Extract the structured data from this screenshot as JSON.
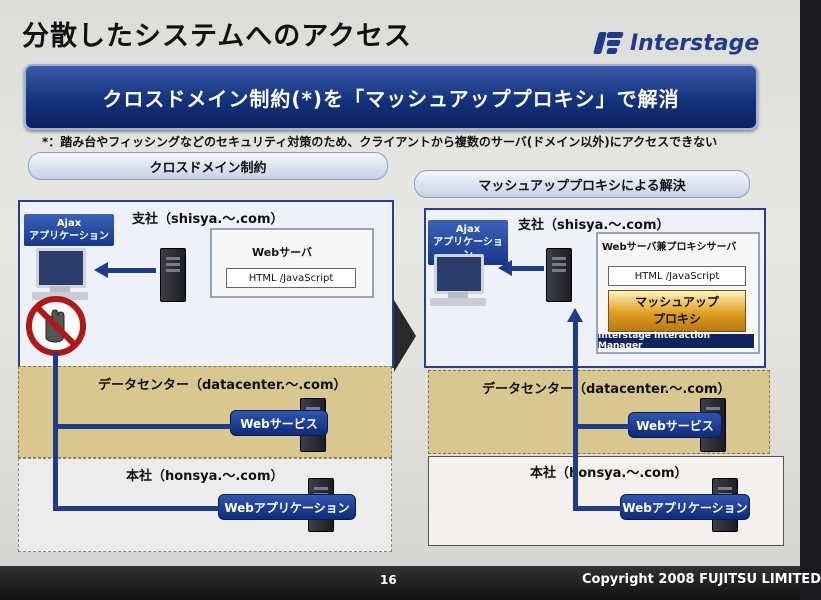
{
  "title": "分散したシステムへのアクセス",
  "logo": {
    "name": "Interstage",
    "icon": "interstage-logo-mark",
    "color": "#1f3c8a"
  },
  "banner": "クロスドメイン制約(*)を「マッシュアッププロキシ」で解消",
  "note": "*：踏み台やフィッシングなどのセキュリティ対策のため、クライアントから複数のサーバ(ドメイン以外)にアクセスできない",
  "left": {
    "tab": "クロスドメイン制約",
    "branch": "支社（shisya.～.com）",
    "ajax_line1": "Ajax",
    "ajax_line2": "アプリケーション",
    "web_server_label": "Webサーバ",
    "html_js": "HTML /JavaScript",
    "datacenter": "データセンター（datacenter.～.com）",
    "web_service": "Webサービス",
    "hq": "本社（honsya.～.com）",
    "web_app": "Webアプリケーション",
    "blocked_icon": "no-entry-hand-icon"
  },
  "right": {
    "tab": "マッシュアッププロキシによる解決",
    "branch": "支社（shisya.～.com）",
    "ajax_line1": "Ajax",
    "ajax_line2": "アプリケーション",
    "proxy_server_label": "Webサーバ兼プロキシサーバ",
    "html_js": "HTML /JavaScript",
    "mashup_line1": "マッシュアップ",
    "mashup_line2": "プロキシ",
    "manager": "Interstage Interaction Manager",
    "datacenter": "データセンター（datacenter.～.com）",
    "web_service": "Webサービス",
    "hq": "本社（honsya.～.com）",
    "web_app": "Webアプリケーション"
  },
  "footer": {
    "page": "16",
    "copyright": "Copyright 2008 FUJITSU LIMITED"
  },
  "colors": {
    "banner": "#12307a",
    "datacenter_zone": "#d8c890",
    "arrow": "#1f3b8a"
  }
}
